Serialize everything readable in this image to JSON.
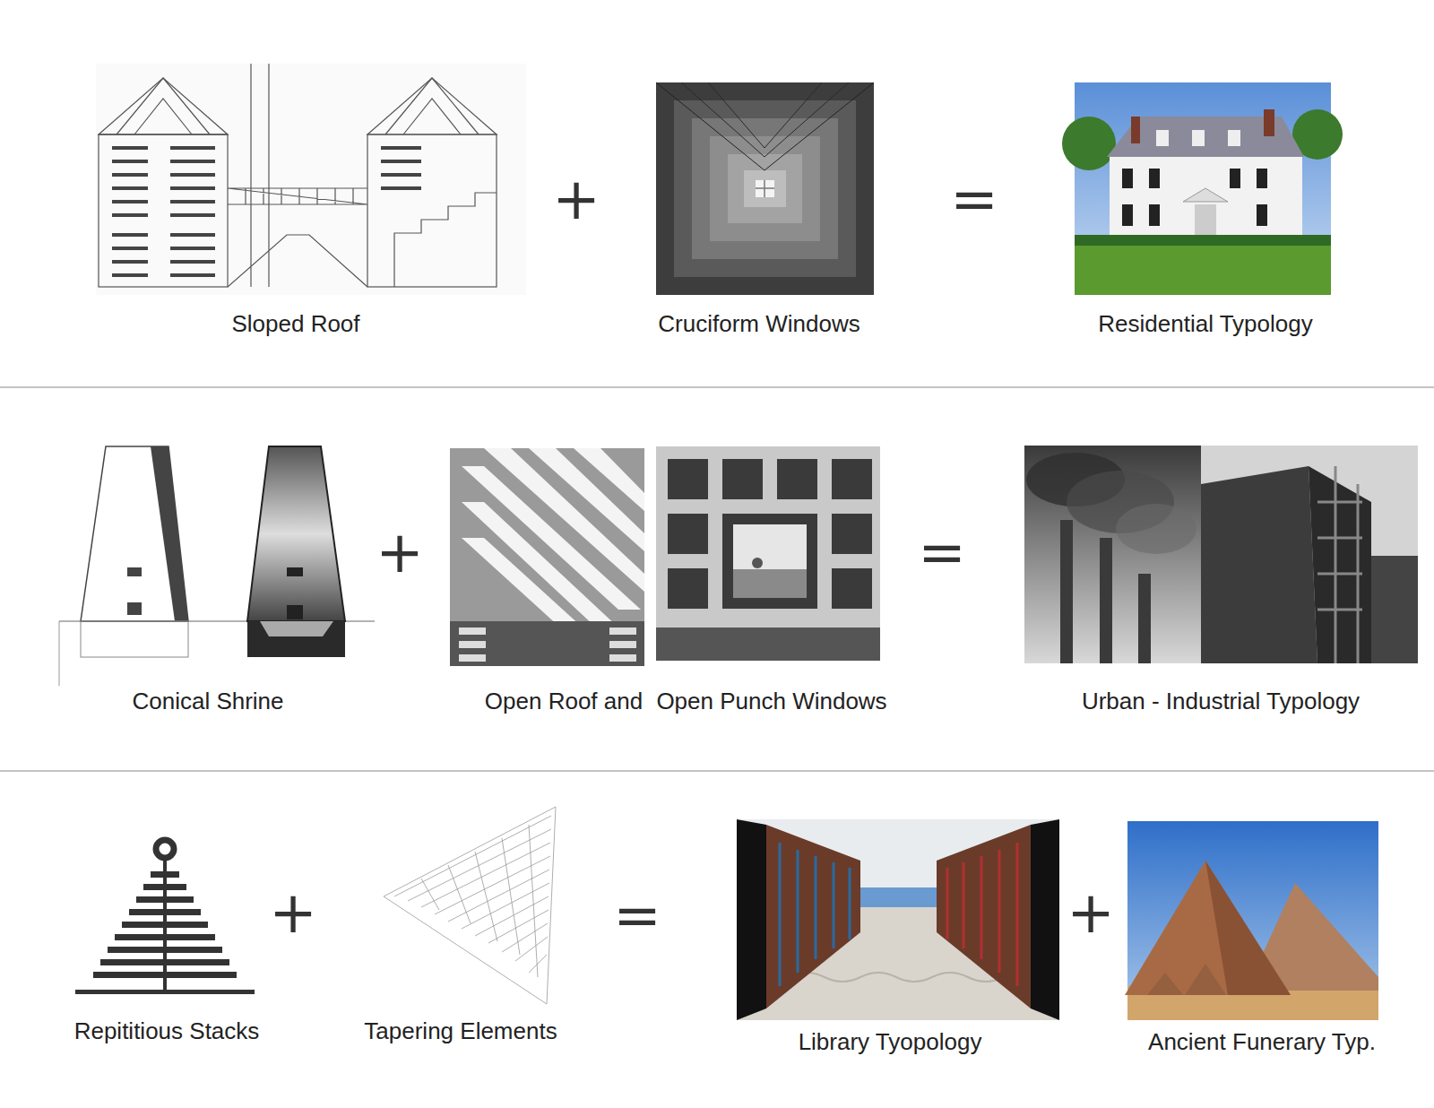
{
  "diagram": {
    "labels": [
      "Sloped Roof",
      "+",
      "Cruciform Windows",
      "=",
      "Residential Typology",
      "Conical Shrine",
      "+",
      "Open Roof and",
      "Open Punch Windows",
      "=",
      "Urban - Industrial Typology",
      "Repititious Stacks",
      "+",
      "Tapering Elements",
      "=",
      "Library Tyopology",
      "+",
      "Ancient Funerary Typ."
    ]
  }
}
